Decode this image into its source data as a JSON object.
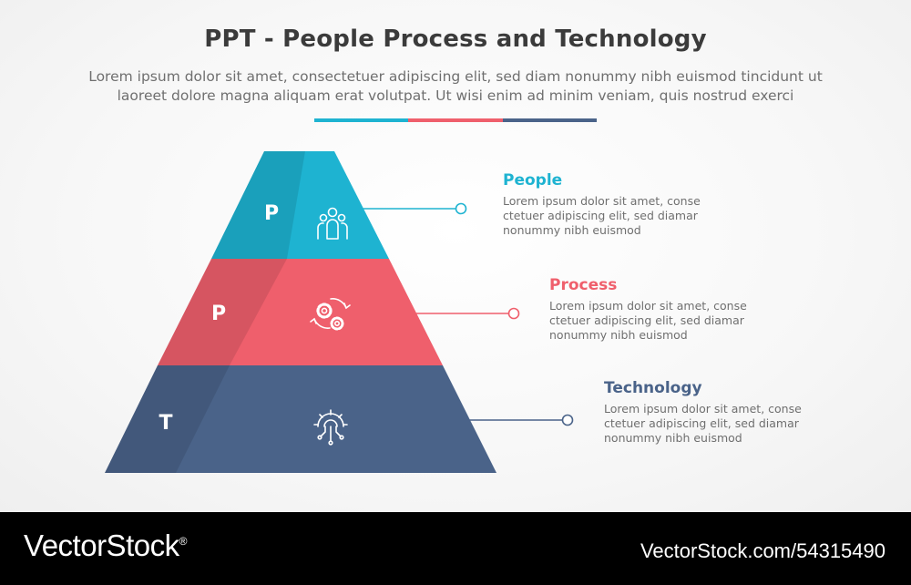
{
  "title": "PPT - People Process and Technology",
  "subtitle_line1": "Lorem ipsum dolor sit amet, consectetuer adipiscing elit, sed diam nonummy nibh euismod tincidunt ut",
  "subtitle_line2": "laoreet dolore magna aliquam erat volutpat. Ut wisi enim ad minim veniam, quis nostrud exerci",
  "colors": {
    "people": "#1eb3d1",
    "process": "#ef5f6c",
    "technology": "#4a6389",
    "title": "#3b3b3b",
    "body_text": "#6f6f6f"
  },
  "levels": [
    {
      "letter": "P",
      "heading": "People",
      "icon": "people-group-icon",
      "desc_lines": [
        "Lorem ipsum dolor sit amet, conse",
        "ctetuer adipiscing elit, sed diamar",
        "nonummy nibh euismod"
      ]
    },
    {
      "letter": "P",
      "heading": "Process",
      "icon": "gears-cycle-icon",
      "desc_lines": [
        "Lorem ipsum dolor sit amet, conse",
        "ctetuer adipiscing elit, sed diamar",
        "nonummy nibh euismod"
      ]
    },
    {
      "letter": "T",
      "heading": "Technology",
      "icon": "gear-circuit-icon",
      "desc_lines": [
        "Lorem ipsum dolor sit amet, conse",
        "ctetuer adipiscing elit, sed diamar",
        "nonummy nibh euismod"
      ]
    }
  ],
  "footer": {
    "brand": "VectorStock",
    "registered": "®",
    "url": "VectorStock.com/54315490"
  }
}
